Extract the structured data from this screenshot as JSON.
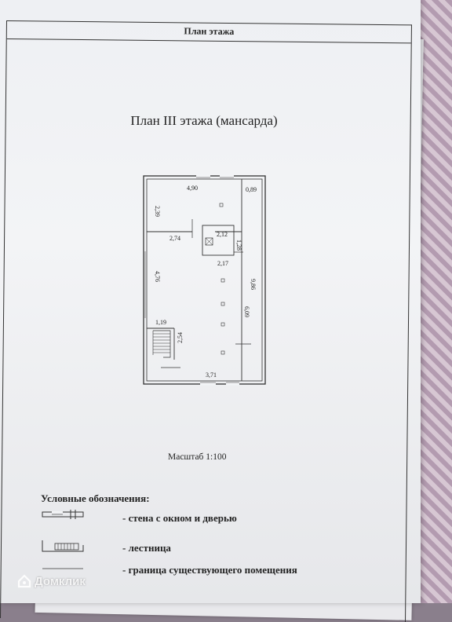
{
  "header": {
    "title": "План этажа"
  },
  "plan": {
    "title": "План III этажа (мансарда)",
    "dimensions": {
      "top_width": "4,90",
      "right_strip": "0,89",
      "left_top_height": "2,39",
      "mid_width": "2,74",
      "small_room_width": "2,12",
      "small_room_height": "1,28",
      "corridor_width": "2,17",
      "left_mid_height": "4,76",
      "right_total": "9,86",
      "right_inner": "6,09",
      "stair_width": "1,19",
      "stair_height": "2,54",
      "bottom_width": "3,71"
    }
  },
  "scale": {
    "label": "Масштаб 1:100"
  },
  "legend": {
    "title": "Условные обозначения:",
    "items": [
      {
        "label": "- стена с окном и дверью"
      },
      {
        "label": "- лестница"
      },
      {
        "label": "- граница существующего помещения"
      }
    ]
  },
  "watermark": {
    "text": "Домклик"
  }
}
